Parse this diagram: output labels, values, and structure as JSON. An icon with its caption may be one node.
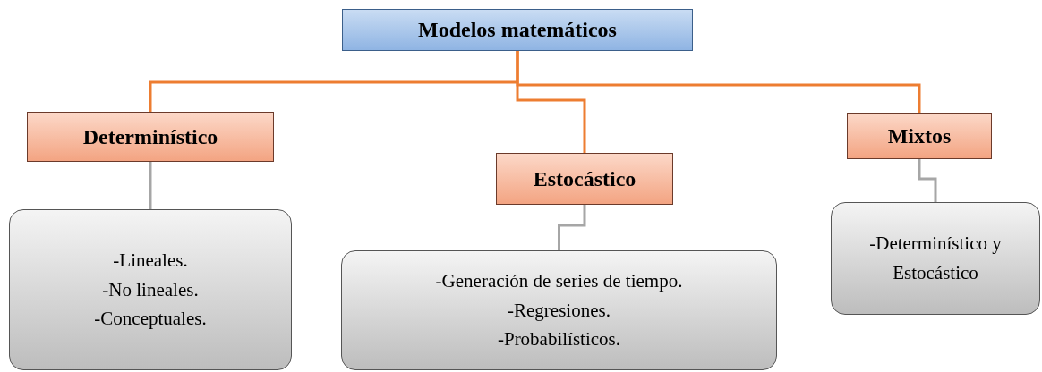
{
  "diagram": {
    "nodes": [
      {
        "text": [
          "Modelos matemáticos"
        ]
      },
      {
        "text": [
          "Determinístico"
        ]
      },
      {
        "text": [
          "Estocástico"
        ]
      },
      {
        "text": [
          "Mixtos"
        ]
      },
      {
        "text": [
          "-Lineales.",
          "-No lineales.",
          "-Conceptuales."
        ]
      },
      {
        "text": [
          "-Generación de series de tiempo.",
          "-Regresiones.",
          "-Probabilísticos."
        ]
      },
      {
        "text": [
          "-Determinístico  y Estocástico"
        ]
      }
    ],
    "edges": [
      {
        "from": 0,
        "to": 1,
        "arrow": "none",
        "color": "#ed7d31"
      },
      {
        "from": 0,
        "to": 2,
        "arrow": "none",
        "color": "#ed7d31"
      },
      {
        "from": 0,
        "to": 3,
        "arrow": "none",
        "color": "#ed7d31"
      },
      {
        "from": 1,
        "to": 4,
        "arrow": "none",
        "color": "#a6a6a6"
      },
      {
        "from": 2,
        "to": 5,
        "arrow": "none",
        "color": "#a6a6a6"
      },
      {
        "from": 3,
        "to": 6,
        "arrow": "none",
        "color": "#a6a6a6"
      }
    ]
  }
}
